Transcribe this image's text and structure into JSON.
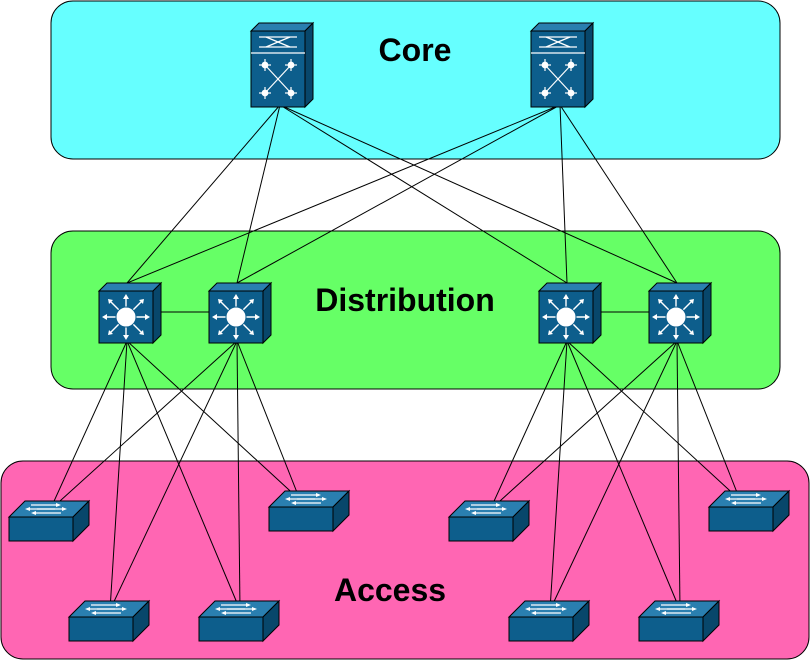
{
  "layers": {
    "core": {
      "label": "Core",
      "color": "#66ffff"
    },
    "distribution": {
      "label": "Distribution",
      "color": "#66ff66"
    },
    "access": {
      "label": "Access",
      "color": "#ff66b3"
    }
  },
  "colors": {
    "device_blue": "#0d5e8c",
    "device_dark": "#08476b",
    "device_light": "#2a7fb0",
    "outline": "#000000"
  },
  "devices": {
    "core": [
      "core-router-1",
      "core-router-2"
    ],
    "distribution": [
      "dist-switch-1",
      "dist-switch-2",
      "dist-switch-3",
      "dist-switch-4"
    ],
    "access": [
      "access-switch-1",
      "access-switch-2",
      "access-switch-3",
      "access-switch-4",
      "access-switch-5",
      "access-switch-6",
      "access-switch-7",
      "access-switch-8"
    ]
  },
  "links": [
    [
      "core-router-1",
      "dist-switch-1"
    ],
    [
      "core-router-1",
      "dist-switch-2"
    ],
    [
      "core-router-1",
      "dist-switch-3"
    ],
    [
      "core-router-1",
      "dist-switch-4"
    ],
    [
      "core-router-2",
      "dist-switch-1"
    ],
    [
      "core-router-2",
      "dist-switch-2"
    ],
    [
      "core-router-2",
      "dist-switch-3"
    ],
    [
      "core-router-2",
      "dist-switch-4"
    ],
    [
      "dist-switch-1",
      "dist-switch-2"
    ],
    [
      "dist-switch-3",
      "dist-switch-4"
    ],
    [
      "dist-switch-1",
      "access-switch-1"
    ],
    [
      "dist-switch-1",
      "access-switch-5"
    ],
    [
      "dist-switch-1",
      "access-switch-2"
    ],
    [
      "dist-switch-1",
      "access-switch-6"
    ],
    [
      "dist-switch-2",
      "access-switch-1"
    ],
    [
      "dist-switch-2",
      "access-switch-5"
    ],
    [
      "dist-switch-2",
      "access-switch-2"
    ],
    [
      "dist-switch-2",
      "access-switch-6"
    ],
    [
      "dist-switch-3",
      "access-switch-3"
    ],
    [
      "dist-switch-3",
      "access-switch-7"
    ],
    [
      "dist-switch-3",
      "access-switch-4"
    ],
    [
      "dist-switch-3",
      "access-switch-8"
    ],
    [
      "dist-switch-4",
      "access-switch-3"
    ],
    [
      "dist-switch-4",
      "access-switch-7"
    ],
    [
      "dist-switch-4",
      "access-switch-4"
    ],
    [
      "dist-switch-4",
      "access-switch-8"
    ]
  ]
}
